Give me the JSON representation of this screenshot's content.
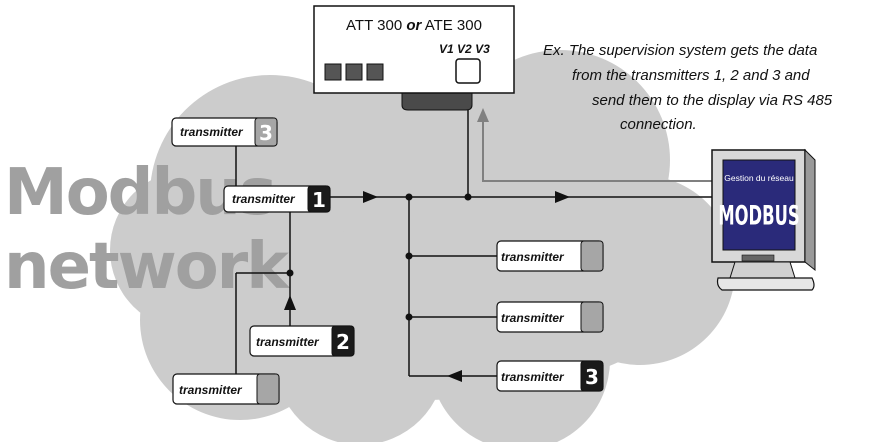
{
  "background_text": {
    "line1": "Modbus",
    "line2": "network"
  },
  "att_box": {
    "title_a": "ATT 300",
    "title_or": "or",
    "title_b": "ATE 300",
    "v1": "V1",
    "v2": "V2",
    "v3": "V3"
  },
  "note": {
    "line1": "Ex. The supervision system gets the data",
    "line2": "from the transmitters 1, 2 and 3 and",
    "line3": "send them to the display via RS 485",
    "line4": "connection."
  },
  "monitor": {
    "line1": "Gestion du réseau",
    "line2": "MODBUS"
  },
  "transmitters": [
    {
      "label": "transmitter",
      "number": "3"
    },
    {
      "label": "transmitter",
      "number": "1"
    },
    {
      "label": "transmitter",
      "number": "2"
    },
    {
      "label": "transmitter",
      "number": ""
    },
    {
      "label": "transmitter",
      "number": ""
    },
    {
      "label": "transmitter",
      "number": ""
    },
    {
      "label": "transmitter",
      "number": "3"
    }
  ],
  "colors": {
    "cloud": "#cccccc",
    "network_text": "#a0a0a0",
    "monitor_screen": "#2a2a7a",
    "badge_dark": "#1a1a1a",
    "badge_grey": "#a6a6a6"
  }
}
